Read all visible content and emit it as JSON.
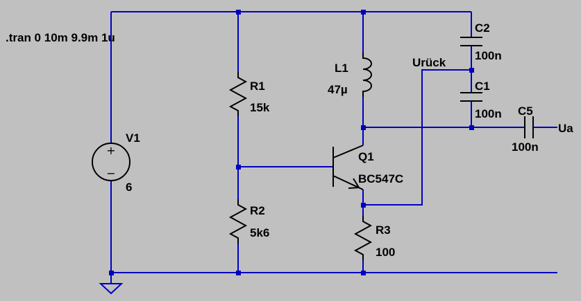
{
  "directive": ".tran 0 10m 9.9m 1u",
  "components": {
    "v1": {
      "name": "V1",
      "value": "6"
    },
    "r1": {
      "name": "R1",
      "value": "15k"
    },
    "r2": {
      "name": "R2",
      "value": "5k6"
    },
    "r3": {
      "name": "R3",
      "value": "100"
    },
    "l1": {
      "name": "L1",
      "value": "47µ"
    },
    "c1": {
      "name": "C1",
      "value": "100n"
    },
    "c2": {
      "name": "C2",
      "value": "100n"
    },
    "c5": {
      "name": "C5",
      "value": "100n"
    },
    "q1": {
      "name": "Q1",
      "value": "BC547C"
    }
  },
  "nets": {
    "feedback": "Urück",
    "output": "Ua"
  },
  "source_symbols": {
    "plus": "+",
    "minus": "−"
  },
  "colors": {
    "background": "#c0c0c0",
    "wire": "#0000c0",
    "component": "#000000"
  }
}
